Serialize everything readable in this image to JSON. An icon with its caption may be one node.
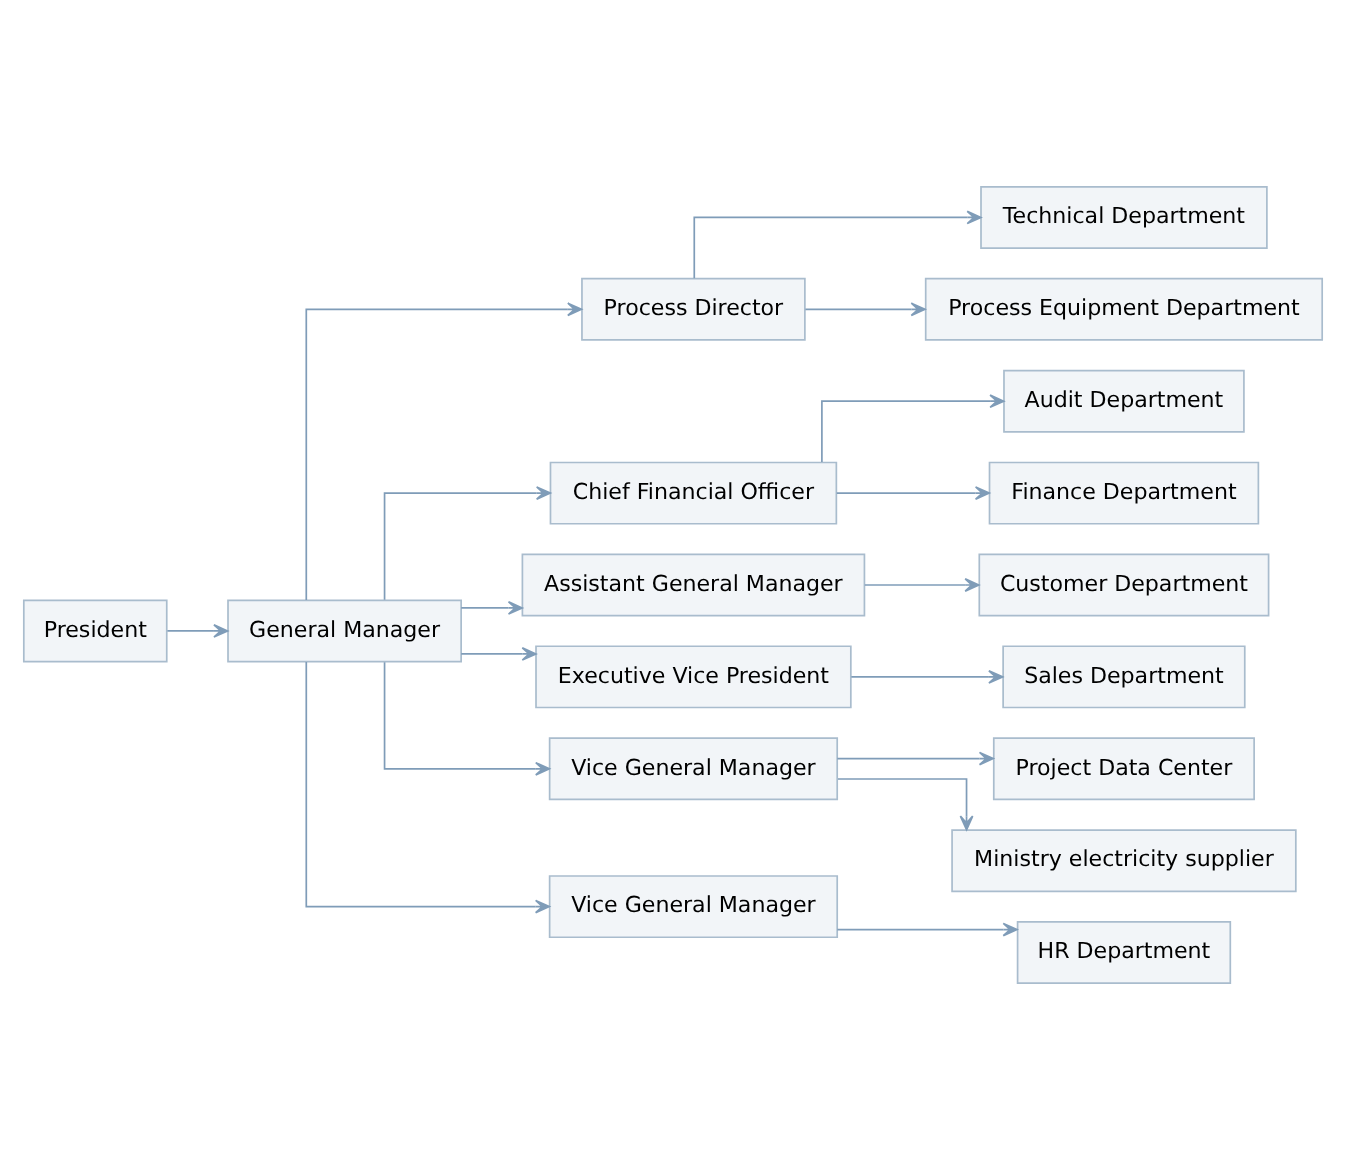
{
  "diagram": {
    "nodes": [
      {
        "text": [
          "President"
        ]
      },
      {
        "text": [
          "General Manager"
        ]
      },
      {
        "text": [
          "Process Director"
        ]
      },
      {
        "text": [
          "Technical Department"
        ]
      },
      {
        "text": [
          "Process Equipment Department"
        ]
      },
      {
        "text": [
          "Chief Financial Officer"
        ]
      },
      {
        "text": [
          "Audit Department"
        ]
      },
      {
        "text": [
          "Finance Department"
        ]
      },
      {
        "text": [
          "Assistant General Manager"
        ]
      },
      {
        "text": [
          "Customer Department"
        ]
      },
      {
        "text": [
          "Executive Vice President"
        ]
      },
      {
        "text": [
          "Sales Department"
        ]
      },
      {
        "text": [
          "Vice General Manager"
        ]
      },
      {
        "text": [
          "Project Data Center"
        ]
      },
      {
        "text": [
          "Ministry electricity supplier"
        ]
      },
      {
        "text": [
          "Vice General Manager"
        ]
      },
      {
        "text": [
          "HR Department"
        ]
      }
    ],
    "edges": [
      {
        "from": 0,
        "to": 1,
        "arrow": "to"
      },
      {
        "from": 1,
        "to": 2,
        "arrow": "to"
      },
      {
        "from": 1,
        "to": 5,
        "arrow": "to"
      },
      {
        "from": 1,
        "to": 8,
        "arrow": "to"
      },
      {
        "from": 1,
        "to": 10,
        "arrow": "to"
      },
      {
        "from": 1,
        "to": 12,
        "arrow": "to"
      },
      {
        "from": 1,
        "to": 15,
        "arrow": "to"
      },
      {
        "from": 2,
        "to": 3,
        "arrow": "to"
      },
      {
        "from": 2,
        "to": 4,
        "arrow": "to"
      },
      {
        "from": 5,
        "to": 6,
        "arrow": "to"
      },
      {
        "from": 5,
        "to": 7,
        "arrow": "to"
      },
      {
        "from": 8,
        "to": 9,
        "arrow": "to"
      },
      {
        "from": 10,
        "to": 11,
        "arrow": "to"
      },
      {
        "from": 12,
        "to": 13,
        "arrow": "to"
      },
      {
        "from": 12,
        "to": 14,
        "arrow": "to"
      },
      {
        "from": 15,
        "to": 16,
        "arrow": "to"
      }
    ]
  }
}
